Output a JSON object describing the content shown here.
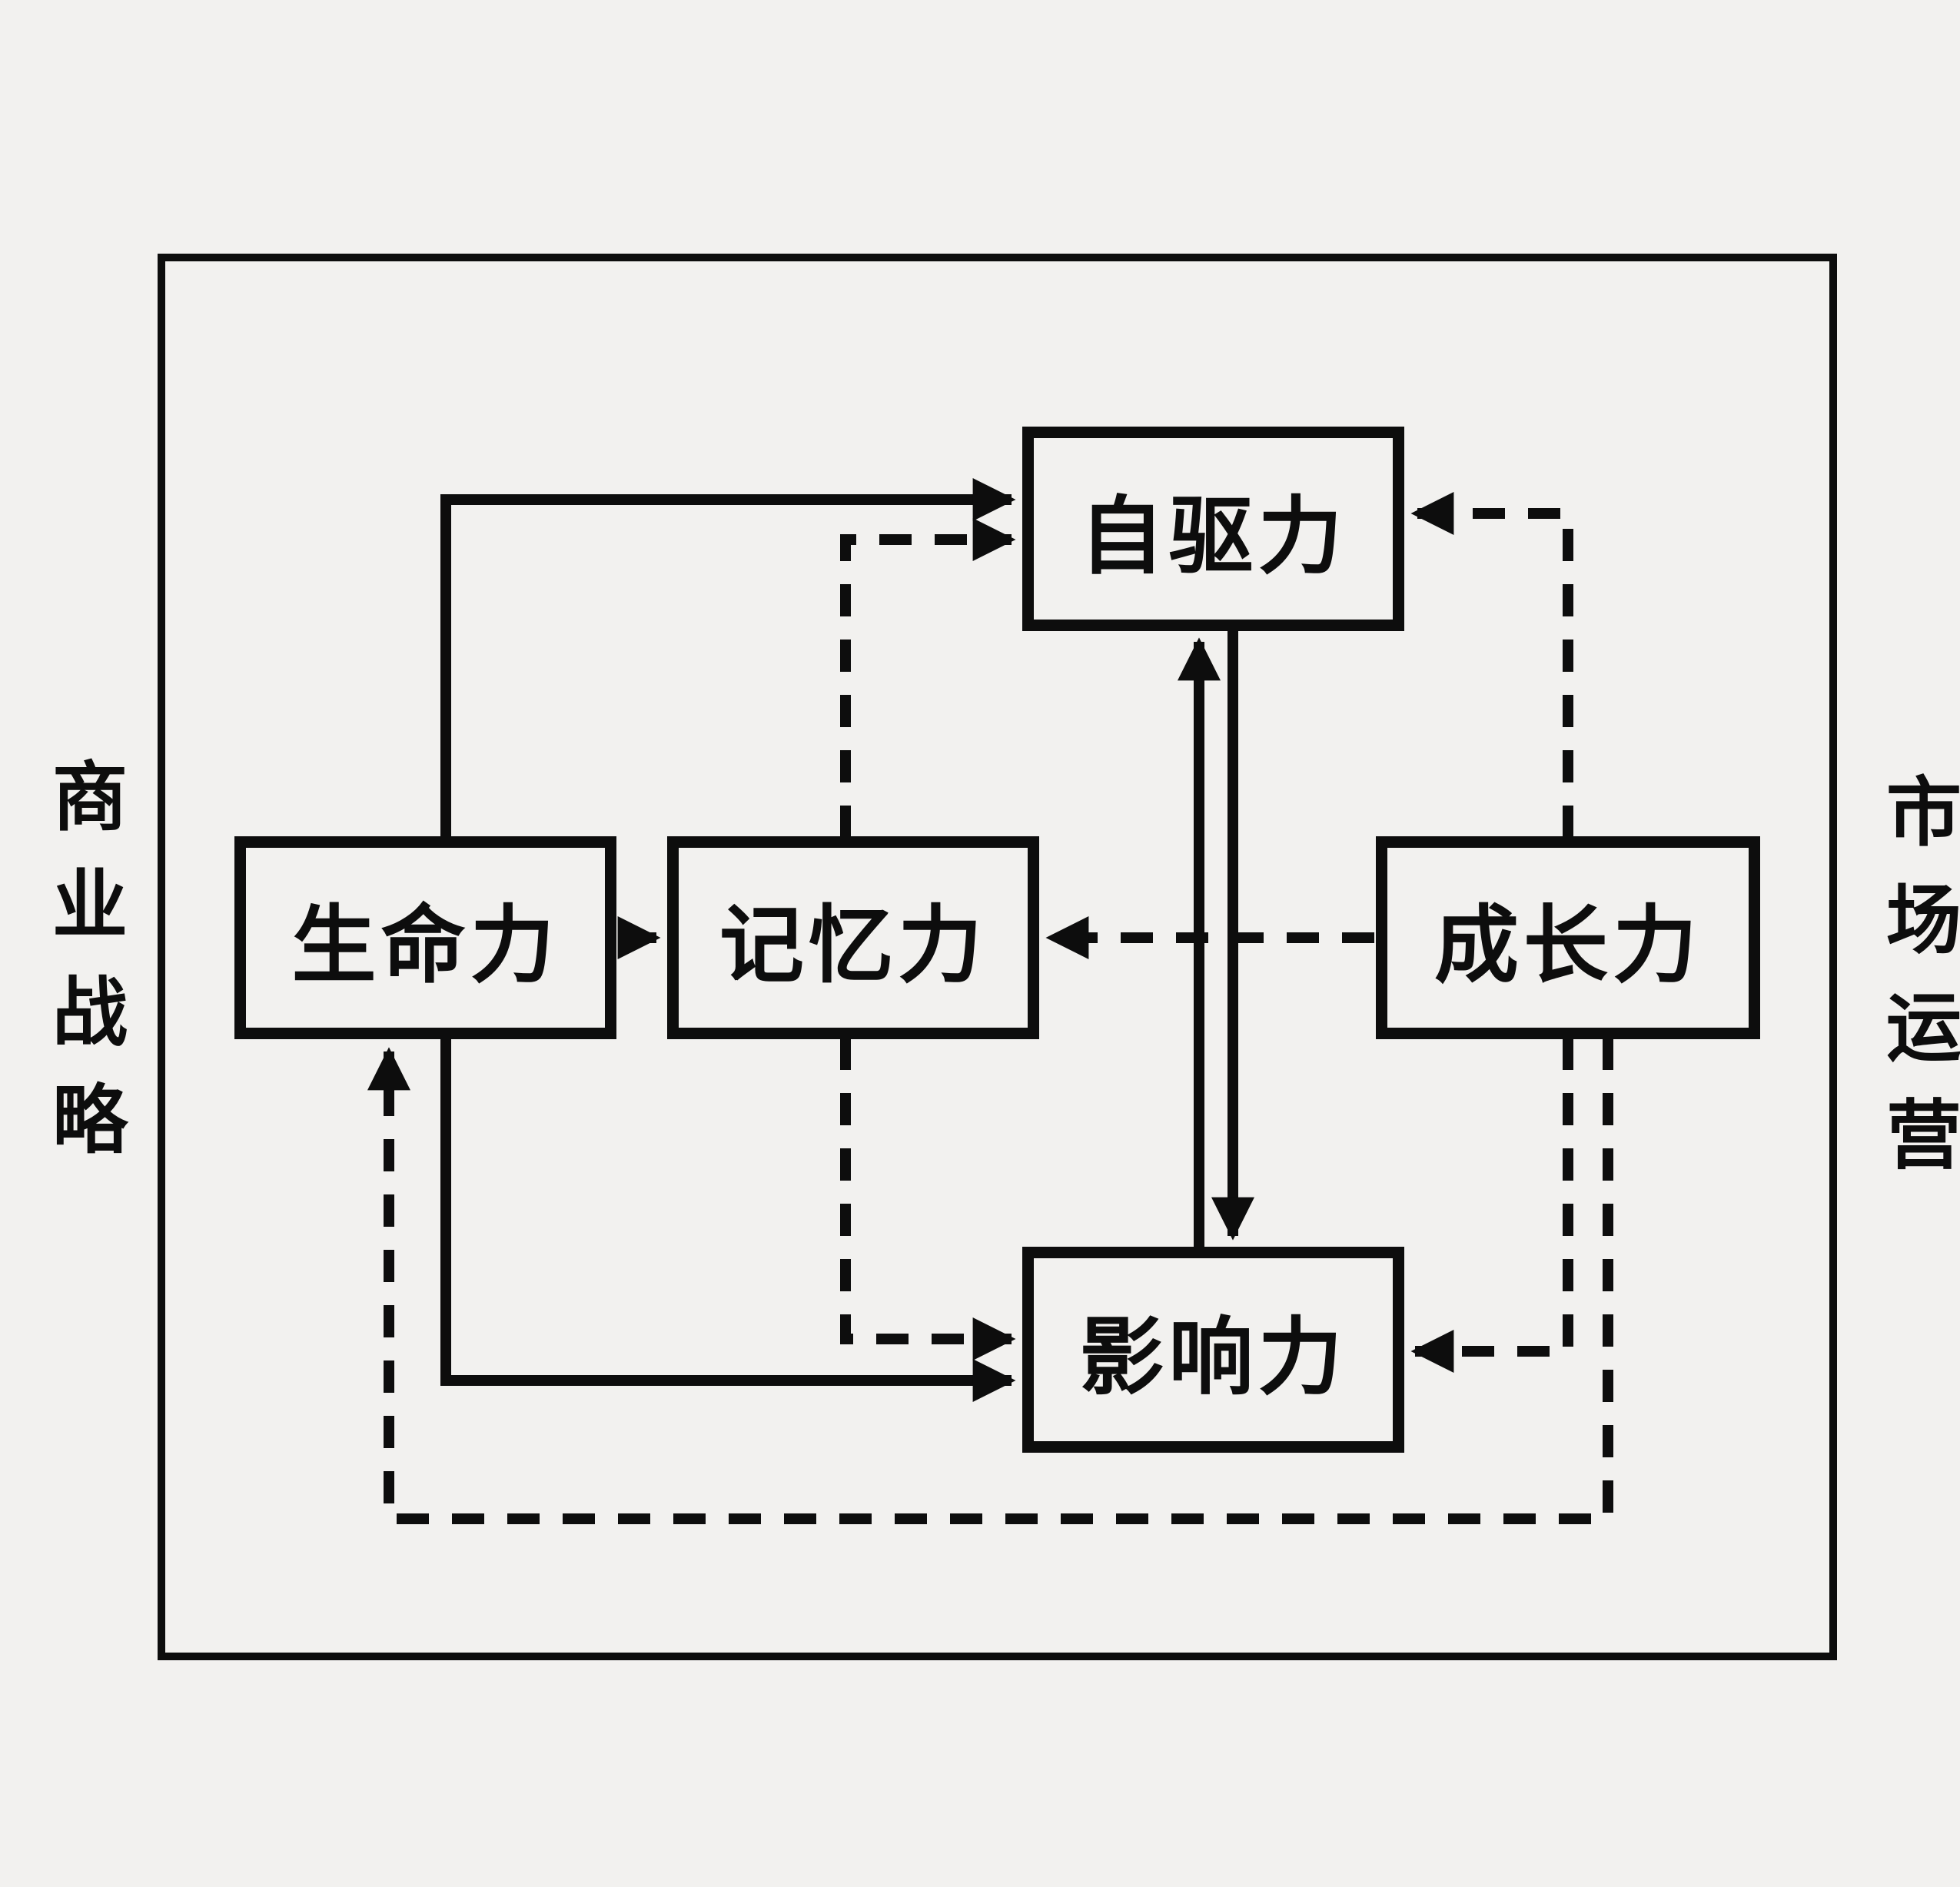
{
  "diagram": {
    "left_label": "商业战略",
    "right_label": "市场运营",
    "nodes": [
      {
        "id": "self-drive",
        "label": "自驱力"
      },
      {
        "id": "vitality",
        "label": "生命力"
      },
      {
        "id": "memory",
        "label": "记忆力"
      },
      {
        "id": "growth",
        "label": "成长力"
      },
      {
        "id": "influence",
        "label": "影响力"
      }
    ],
    "edges": [
      {
        "from": "生命力",
        "to": "自驱力",
        "style": "solid"
      },
      {
        "from": "记忆力",
        "to": "自驱力",
        "style": "dashed"
      },
      {
        "from": "成长力",
        "to": "自驱力",
        "style": "dashed"
      },
      {
        "from": "生命力",
        "to": "记忆力",
        "style": "solid"
      },
      {
        "from": "成长力",
        "to": "记忆力",
        "style": "dashed"
      },
      {
        "from": "影响力",
        "to": "自驱力",
        "style": "solid"
      },
      {
        "from": "自驱力",
        "to": "影响力",
        "style": "solid"
      },
      {
        "from": "生命力",
        "to": "影响力",
        "style": "solid"
      },
      {
        "from": "记忆力",
        "to": "影响力",
        "style": "dashed"
      },
      {
        "from": "成长力",
        "to": "影响力",
        "style": "dashed"
      },
      {
        "from": "成长力",
        "to": "生命力",
        "style": "dashed"
      }
    ],
    "colors": {
      "background": "#f2f1ef",
      "line": "#0d0d0d",
      "box_fill": "#f2f1ef"
    }
  }
}
